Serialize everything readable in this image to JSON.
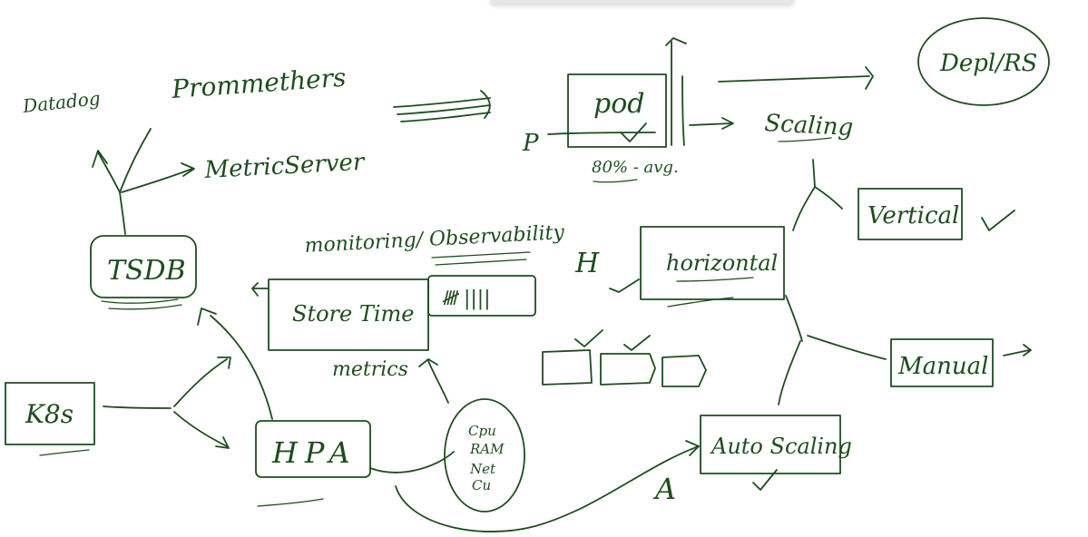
{
  "canvas": {
    "background": "#ffffff",
    "ink_color": "#1e4d1e"
  },
  "labels": {
    "datadog": "Datadog",
    "prometheus": "Prommethers",
    "metrics_server": "MetricServer",
    "tsdb": "TSDB",
    "monitoring": "monitoring/ Observability",
    "store_time": "Store Time",
    "tally": "𝍸 ||||",
    "metrics": "metrics",
    "k8s": "K8s",
    "hpa": "HPA",
    "cpu_list": [
      "Cpu",
      "RAM",
      "Net",
      "Cu"
    ],
    "pod": "pod",
    "p": "P",
    "pod_percent": "80% - avg.",
    "scaling": "Scaling",
    "depl_rs": "Depl/RS",
    "vertical": "Vertical",
    "horizontal": "horizontal",
    "h": "H",
    "manual": "Manual",
    "auto_scaling": "Auto Scaling",
    "a": "A"
  }
}
